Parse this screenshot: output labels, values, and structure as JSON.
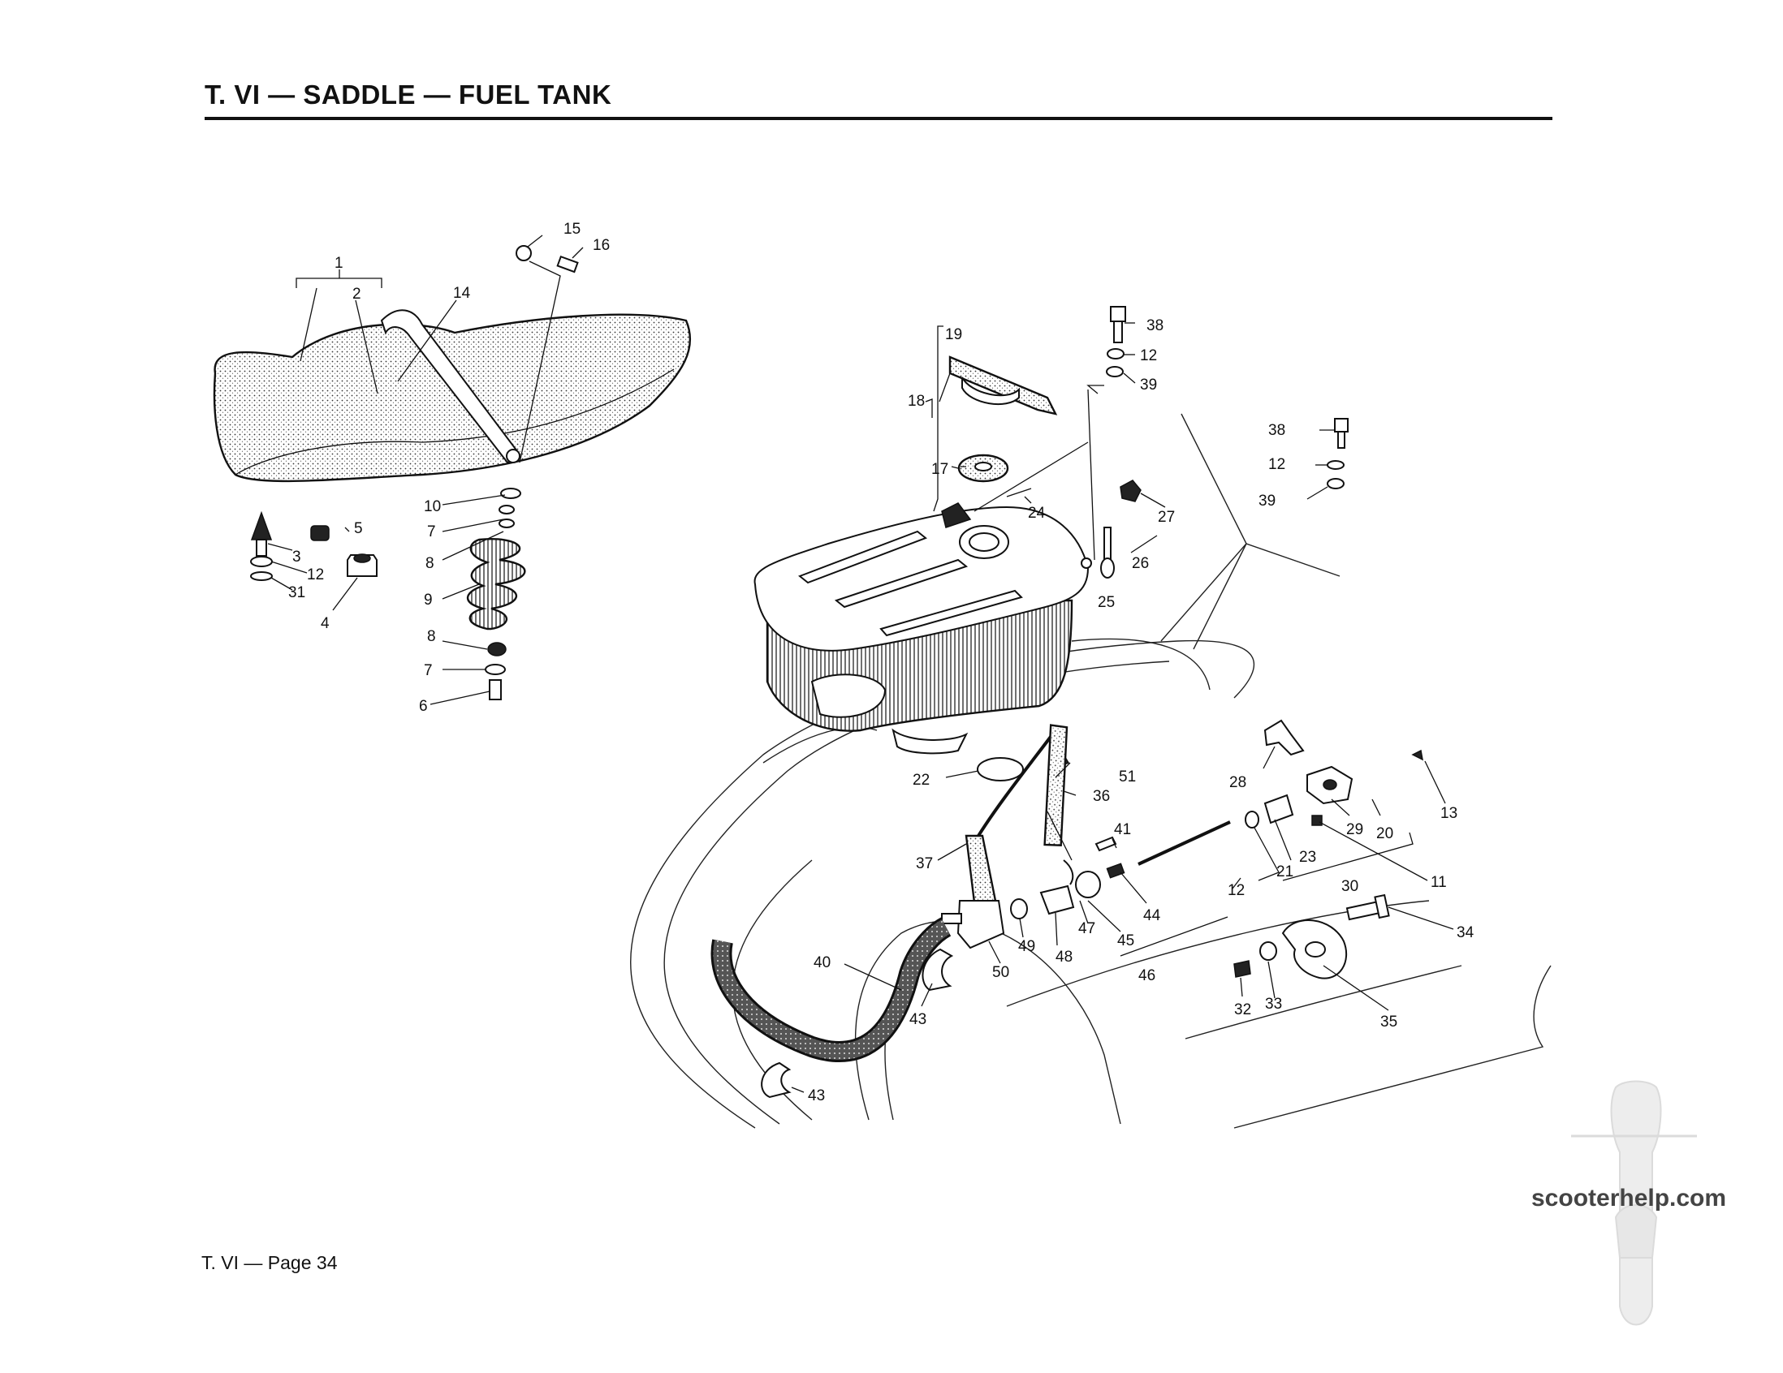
{
  "header": {
    "title": "T. VI — SADDLE — FUEL TANK"
  },
  "footer": {
    "page_label": "T. VI — Page 34"
  },
  "watermark": {
    "text": "scooterhelp.com"
  },
  "callouts": [
    "1",
    "2",
    "3",
    "4",
    "5",
    "6",
    "7",
    "7",
    "8",
    "8",
    "9",
    "10",
    "11",
    "12",
    "12",
    "12",
    "12",
    "12",
    "13",
    "14",
    "15",
    "16",
    "17",
    "18",
    "19",
    "20",
    "21",
    "22",
    "23",
    "24",
    "25",
    "26",
    "27",
    "28",
    "29",
    "30",
    "31",
    "32",
    "33",
    "34",
    "35",
    "36",
    "37",
    "38",
    "38",
    "39",
    "39",
    "40",
    "41",
    "43",
    "43",
    "44",
    "45",
    "46",
    "47",
    "48",
    "49",
    "50",
    "51"
  ]
}
